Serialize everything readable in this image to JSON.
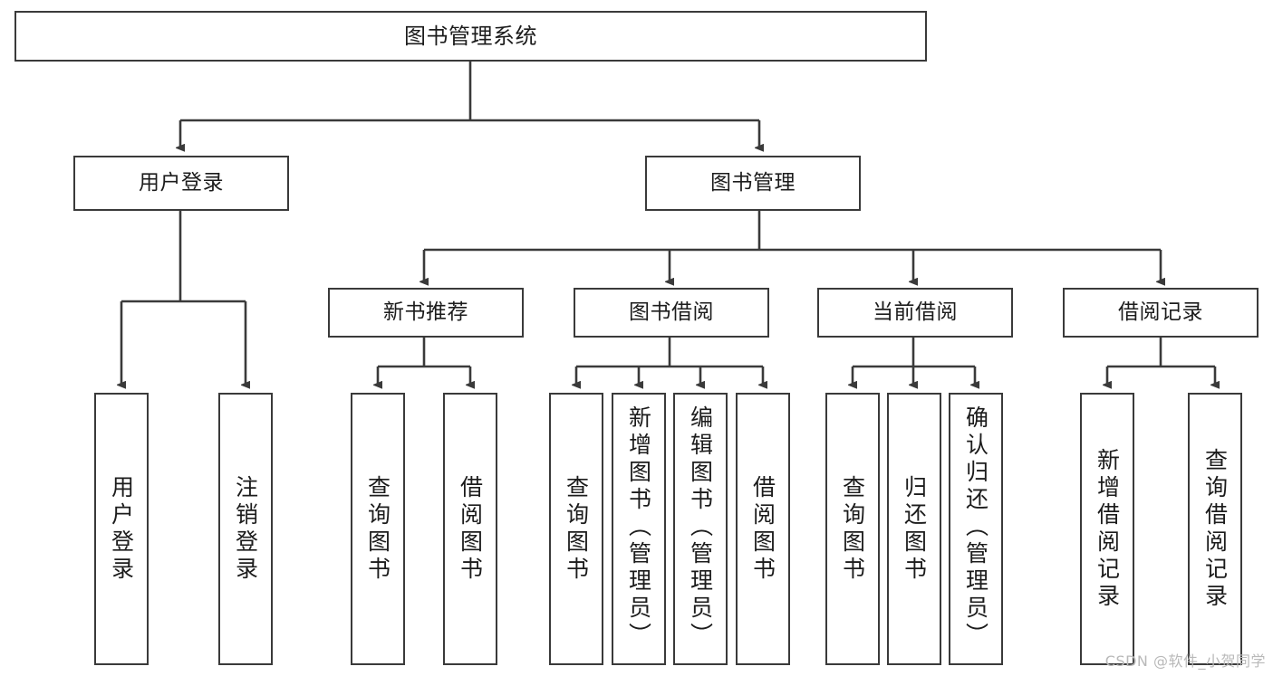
{
  "diagram": {
    "title": "图书管理系统",
    "watermark": "CSDN @软件_小贺同学",
    "colors": {
      "stroke": "#3a3a3a",
      "text": "#1c1c1c",
      "background": "#ffffff",
      "watermark": "#b9b9b9"
    },
    "root": {
      "label": "图书管理系统"
    },
    "level2": [
      {
        "label": "用户登录"
      },
      {
        "label": "图书管理"
      }
    ],
    "level3": [
      {
        "label": "新书推荐"
      },
      {
        "label": "图书借阅"
      },
      {
        "label": "当前借阅"
      },
      {
        "label": "借阅记录"
      }
    ],
    "leaves": {
      "user_login": [
        {
          "label": "用户登录"
        },
        {
          "label": "注销登录"
        }
      ],
      "new_book_recommend": [
        {
          "label": "查询图书"
        },
        {
          "label": "借阅图书"
        }
      ],
      "book_borrow": [
        {
          "label": "查询图书"
        },
        {
          "label": "新增图书（管理员）"
        },
        {
          "label": "编辑图书（管理员）"
        },
        {
          "label": "借阅图书"
        }
      ],
      "current_borrow": [
        {
          "label": "查询图书"
        },
        {
          "label": "归还图书"
        },
        {
          "label": "确认归还（管理员）"
        }
      ],
      "borrow_records": [
        {
          "label": "新增借阅记录"
        },
        {
          "label": "查询借阅记录"
        }
      ]
    }
  }
}
